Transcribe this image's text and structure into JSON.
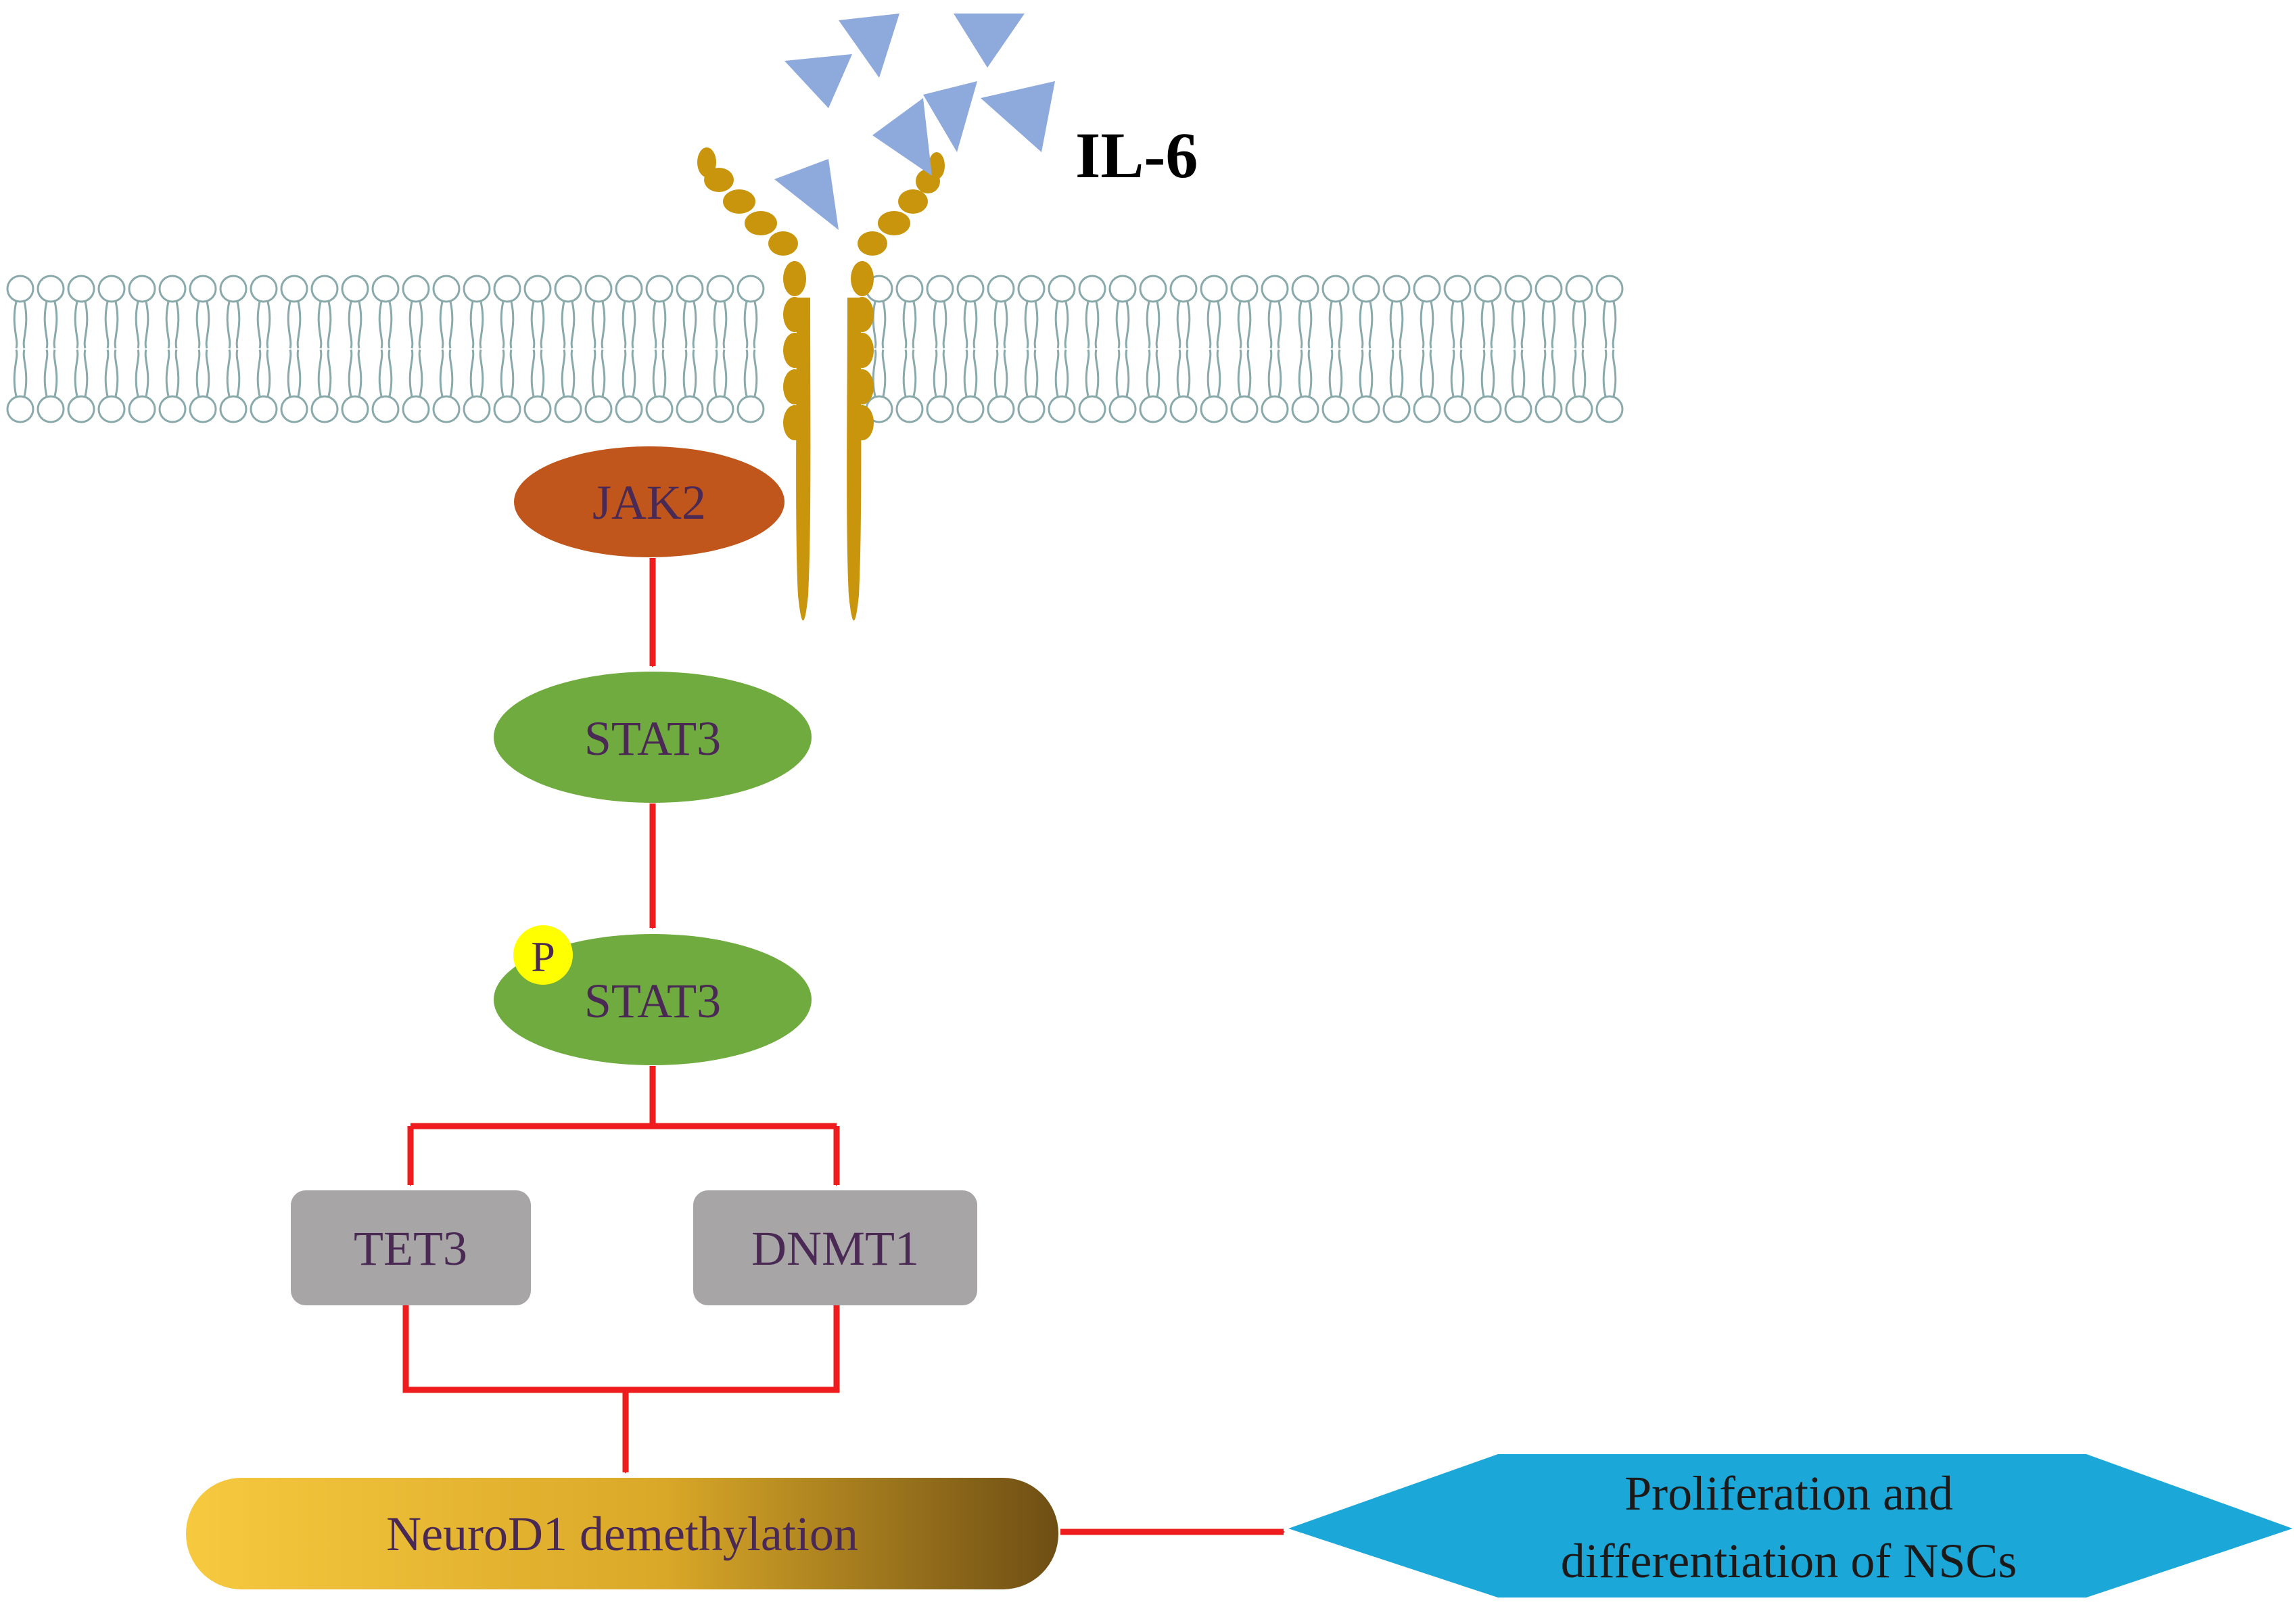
{
  "ligand": {
    "label": "IL-6"
  },
  "nodes": {
    "jak2": {
      "label": "JAK2"
    },
    "stat3": {
      "label": "STAT3"
    },
    "pstat3": {
      "label": "STAT3",
      "phospho": "P"
    },
    "tet3": {
      "label": "TET3"
    },
    "dnmt1": {
      "label": "DNMT1"
    },
    "neurod1": {
      "label": "NeuroD1 demethylation"
    },
    "outcome": {
      "line1": "Proliferation and",
      "line2": "differentiation of NSCs"
    }
  },
  "colors": {
    "arrow": "#ee1c1c",
    "receptor": "#c9950c",
    "membrane": "#8aa9aa",
    "ligand": "#8ea9dc",
    "jak2": "#c0561b",
    "stat3": "#6fab3e",
    "box": "#a7a5a6",
    "phospho": "#ffff00",
    "outcome": "#1ba8d8",
    "label_text": "#4a2a55"
  }
}
